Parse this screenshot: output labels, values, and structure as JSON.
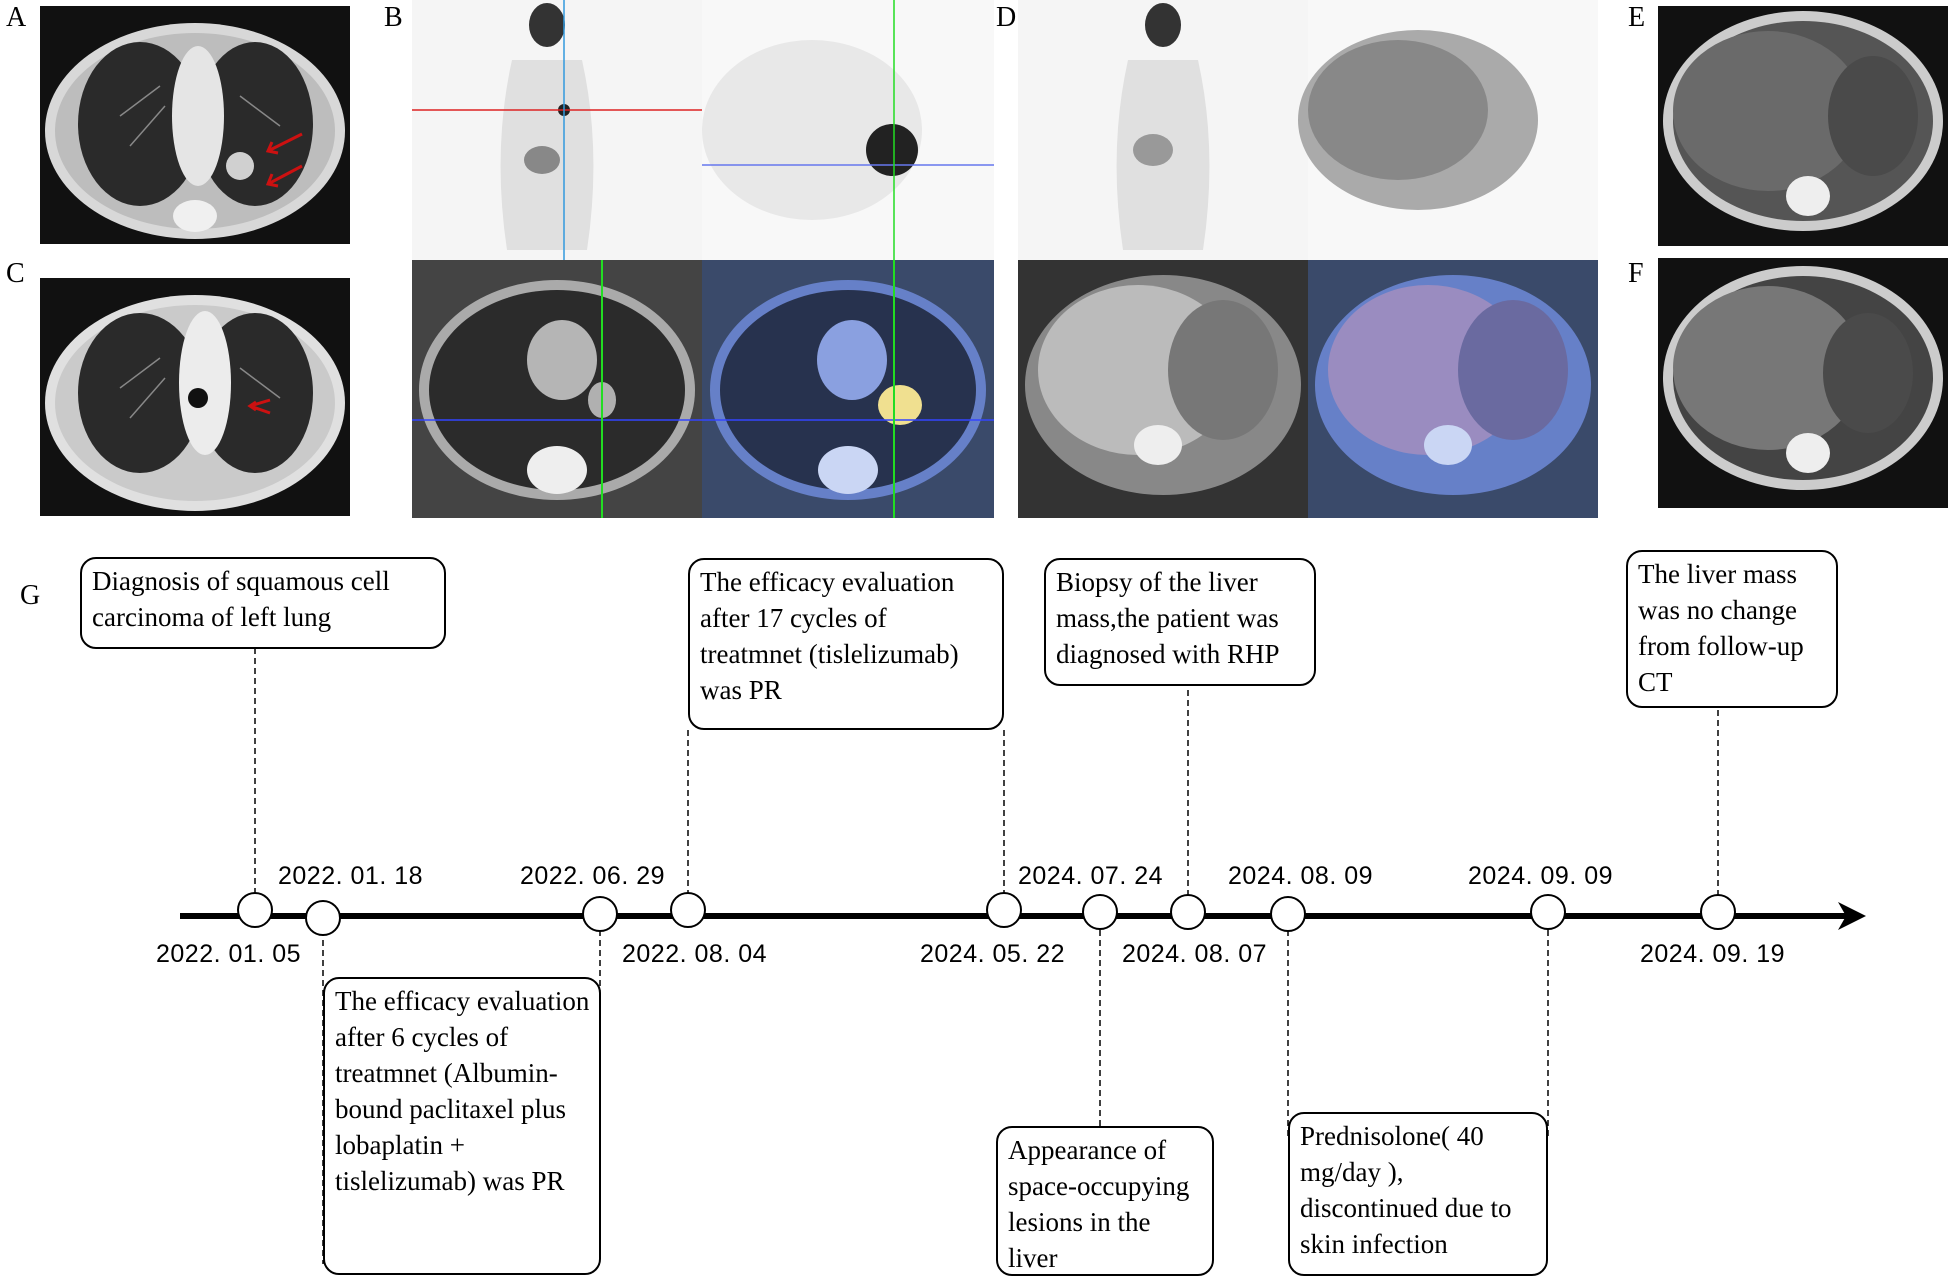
{
  "panels": {
    "a": "A",
    "b": "B",
    "c": "C",
    "d": "D",
    "e": "E",
    "f": "F",
    "g": "G"
  },
  "events": [
    {
      "date": "2022. 01. 05",
      "text": "Diagnosis of squamous cell carcinoma of left lung"
    },
    {
      "date": "2022. 01. 18",
      "text": "The efficacy evaluation after 6 cycles of treatmnet (Albumin-bound paclitaxel plus lobaplatin + tislelizumab) was PR"
    },
    {
      "date": "2022. 06. 29",
      "text": ""
    },
    {
      "date": "2022. 08. 04",
      "text": "The efficacy evaluation after 17 cycles of treatmnet (tislelizumab) was PR"
    },
    {
      "date": "2024. 05. 22",
      "text": ""
    },
    {
      "date": "2024. 07. 24",
      "text": "Appearance of space-occupying lesions in the liver"
    },
    {
      "date": "2024. 08. 07",
      "text": "Biopsy of  the liver mass,the patient was diagnosed with RHP"
    },
    {
      "date": "2024. 08. 09",
      "text": "Prednisolone( 40 mg/day ), discontinued due to skin infection"
    },
    {
      "date": "2024. 09. 09",
      "text": ""
    },
    {
      "date": "2024. 09. 19",
      "text": "The liver mass was no change from follow-up CT"
    }
  ],
  "colors": {
    "arrow": "#cc1111",
    "crosshair_green": "#22dd22",
    "crosshair_blue": "#3344ff",
    "crosshair_red": "#dd2222",
    "pet_blue": "#4466cc"
  }
}
